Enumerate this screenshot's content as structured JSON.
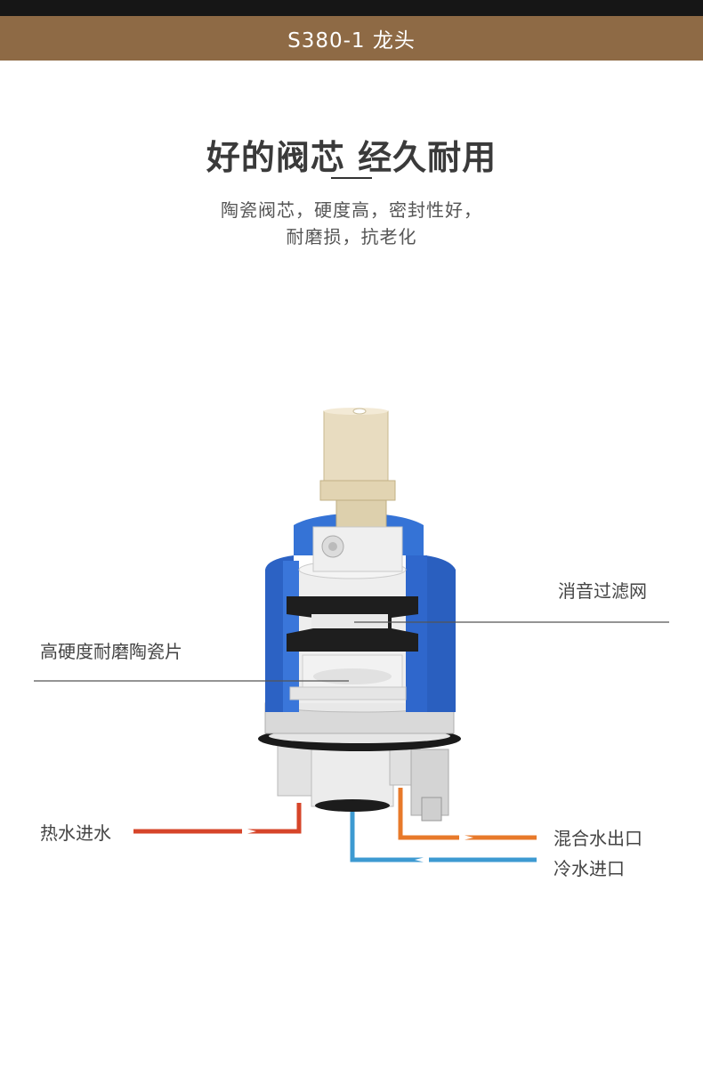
{
  "banner": {
    "title": "S380-1 龙头"
  },
  "headline": "好的阀芯  经久耐用",
  "subtitle": {
    "line1": "陶瓷阀芯，硬度高，密封性好，",
    "line2": "耐磨损，抗老化"
  },
  "labels": {
    "silencer": "消音过滤网",
    "ceramic": "高硬度耐磨陶瓷片",
    "hot_in": "热水进水",
    "mixed_out": "混合水出口",
    "cold_in": "冷水进口"
  },
  "colors": {
    "banner": "#8e6a45",
    "hot_pipe": "#d6452a",
    "mixed_pipe": "#e8792a",
    "cold_pipe": "#3d9ad1",
    "housing_blue": "#2c62c4",
    "stem": "#e8dcc0"
  }
}
